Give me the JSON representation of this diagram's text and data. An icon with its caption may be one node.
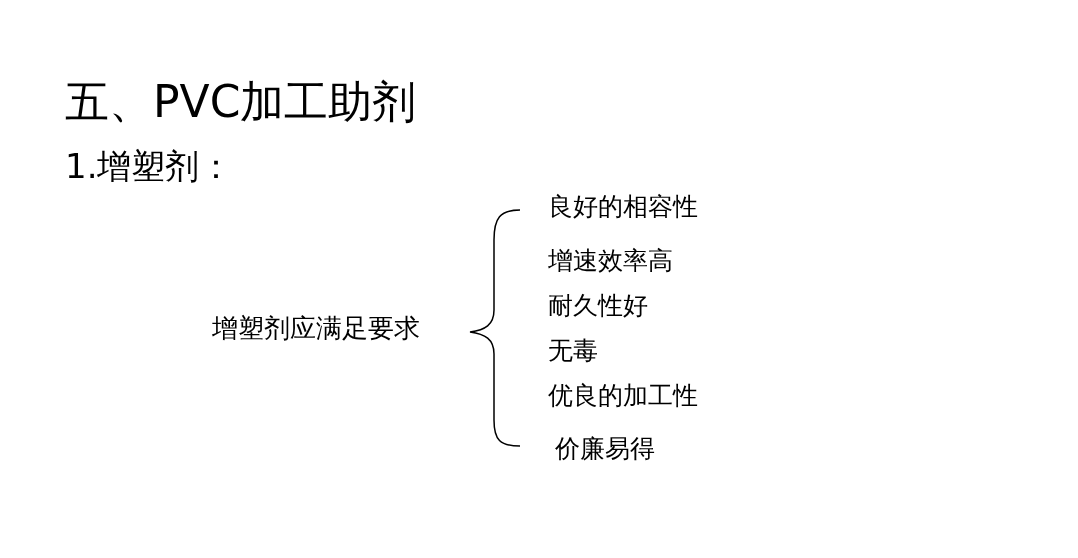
{
  "diagram": {
    "title": "五、PVC加工助剂",
    "labels": [
      "1.增塑剂：",
      "增塑剂应满足要求",
      "良好的相容性",
      "增速效率高",
      "耐久性好",
      "无毒",
      "优良的加工性",
      "价廉易得"
    ]
  }
}
